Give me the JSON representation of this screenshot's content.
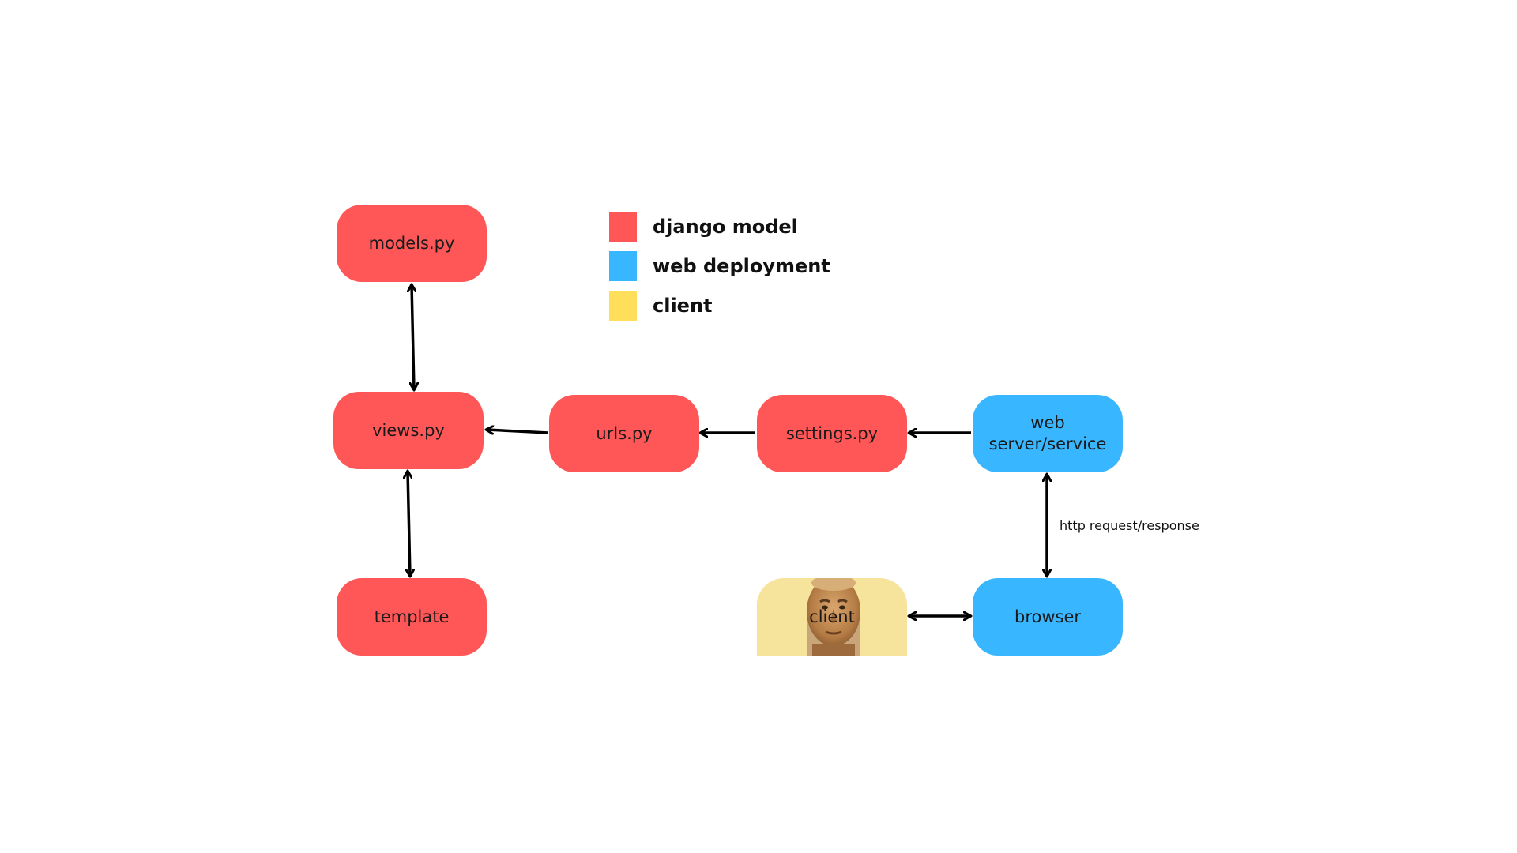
{
  "colors": {
    "django": "#ff5757",
    "web": "#38b6ff",
    "client": "#f7e49c",
    "client_swatch": "#ffde59",
    "arrow": "#000000"
  },
  "legend": [
    {
      "label": "django model",
      "color": "#ff5757"
    },
    {
      "label": "web deployment",
      "color": "#38b6ff"
    },
    {
      "label": "client",
      "color": "#ffde59"
    }
  ],
  "nodes": {
    "models": {
      "label": "models.py",
      "group": "django model"
    },
    "views": {
      "label": "views.py",
      "group": "django model"
    },
    "template": {
      "label": "template",
      "group": "django model"
    },
    "urls": {
      "label": "urls.py",
      "group": "django model"
    },
    "settings": {
      "label": "settings.py",
      "group": "django model"
    },
    "webserver": {
      "label": "web\nserver/service",
      "group": "web deployment"
    },
    "browser": {
      "label": "browser",
      "group": "web deployment"
    },
    "client": {
      "label": "client",
      "group": "client"
    }
  },
  "edges": [
    {
      "from": "models",
      "to": "views",
      "bidirectional": true
    },
    {
      "from": "views",
      "to": "template",
      "bidirectional": true
    },
    {
      "from": "urls",
      "to": "views",
      "bidirectional": false
    },
    {
      "from": "settings",
      "to": "urls",
      "bidirectional": false
    },
    {
      "from": "webserver",
      "to": "settings",
      "bidirectional": false
    },
    {
      "from": "webserver",
      "to": "browser",
      "bidirectional": true,
      "label": "http request/response"
    },
    {
      "from": "client",
      "to": "browser",
      "bidirectional": true
    }
  ],
  "edge_labels": {
    "http": "http request/response"
  }
}
